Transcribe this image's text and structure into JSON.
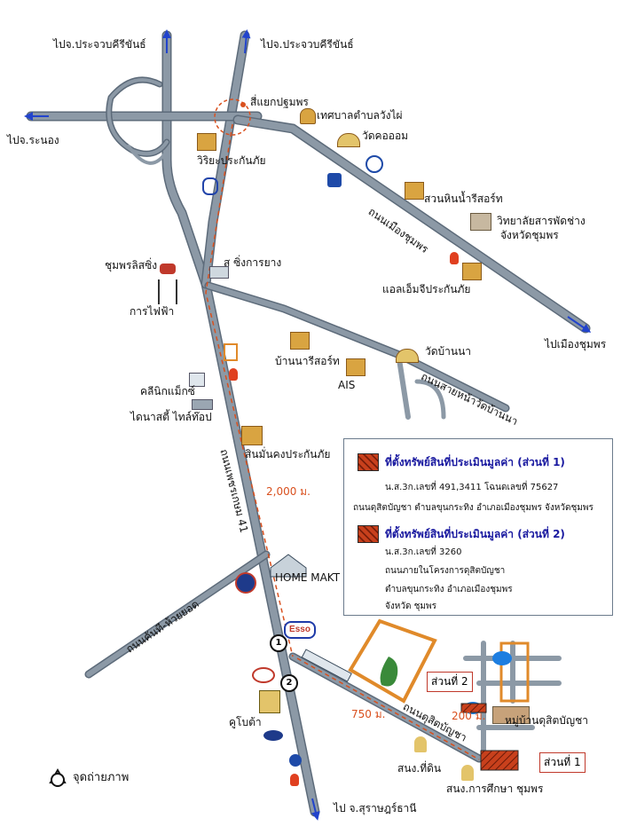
{
  "colors": {
    "road": "#8c99a6",
    "road_edge": "#5d6b7a",
    "arrow": "#2244cc",
    "route": "#d9501e",
    "plot": "#c8401c",
    "plot_outline": "#e08a2a",
    "building": "#d9a441"
  },
  "destinations": {
    "north_left": "ไปจ.ประจวบคีรีขันธ์",
    "north_right": "ไปจ.ประจวบคีรีขันธ์",
    "west": "ไปจ.ระนอง",
    "east": "ไปเมืองชุมพร",
    "south": "ไป จ.สุราษฎร์ธานี"
  },
  "roads": {
    "mueang_chumphon": "ถนนเมืองชุมพร",
    "sai_na_wat_ban_na": "ถนนสายหน้าวัดบ้านนา",
    "phetkasem_41": "ถนนเพชรเกษม 41",
    "khanthi_huai_yot": "ถนนคันที-ห้วยยอด",
    "dusit_banchatha": "ถนนดุสิตบัญชา"
  },
  "places": {
    "intersection": "สี่แยกปฐมพร",
    "tesaban": "เทศบาลตำบลวังไผ่",
    "wat_khom": "วัดคอออม",
    "wiriya": "วิริยะประกันภัย",
    "suan_hin": "สวนหินน้ำรีสอร์ท",
    "college": "วิทยาลัยสารพัดช่าง",
    "college2": "จังหวัดชุมพร",
    "lmg": "แอลเอ็มจีประกันภัย",
    "sing_karayang": "ส ซิ่งการยาง",
    "chumphon_racing": "ชุมพรลิสซิ่ง",
    "power": "การไฟฟ้า",
    "ban_na_resort": "บ้านนารีสอร์ท",
    "wat_ban_na": "วัดบ้านนา",
    "ais": "AIS",
    "clinic": "คลีนิกแม็กซ์",
    "dynasty": "ไดนาสตี้ ไทล์ท๊อป",
    "sinmankong": "สินมั่นคงประกันภัย",
    "home_mart": "HOME MAKT",
    "esso": "Esso",
    "toyota": "คูโบต้า",
    "village": "หมู่บ้านดุสิตบัญชา",
    "sno_thidin": "สนง.ที่ดิน",
    "sno_education": "สนง.การศึกษา ชุมพร"
  },
  "distances": {
    "d2000": "2,000 ม.",
    "d750": "750 ม.",
    "d200": "200 ม."
  },
  "markers": {
    "m1": "1",
    "m2": "2"
  },
  "plot_tags": {
    "part1": "ส่วนที่ 1",
    "part2": "ส่วนที่ 2"
  },
  "legend": {
    "part1_title": "ที่ตั้งทรัพย์สินที่ประเมินมูลค่า (ส่วนที่ 1)",
    "part1_line1": "น.ส.3ก.เลขที่ 491,3411 โฉนดเลขที่ 75627",
    "part1_line2": "ถนนดุสิตบัญชา ตำบลขุนกระทิง อำเภอเมืองชุมพร จังหวัดชุมพร",
    "part2_title": "ที่ตั้งทรัพย์สินที่ประเมินมูลค่า (ส่วนที่ 2)",
    "part2_line1": "น.ส.3ก.เลขที่ 3260",
    "part2_line2": "ถนนภายในโครงการดุสิตบัญชา",
    "part2_line3": "ตำบลขุนกระทิง อำเภอเมืองชุมพร",
    "part2_line4": "จังหวัด ชุมพร"
  },
  "photo_point": "จุดถ่ายภาพ"
}
